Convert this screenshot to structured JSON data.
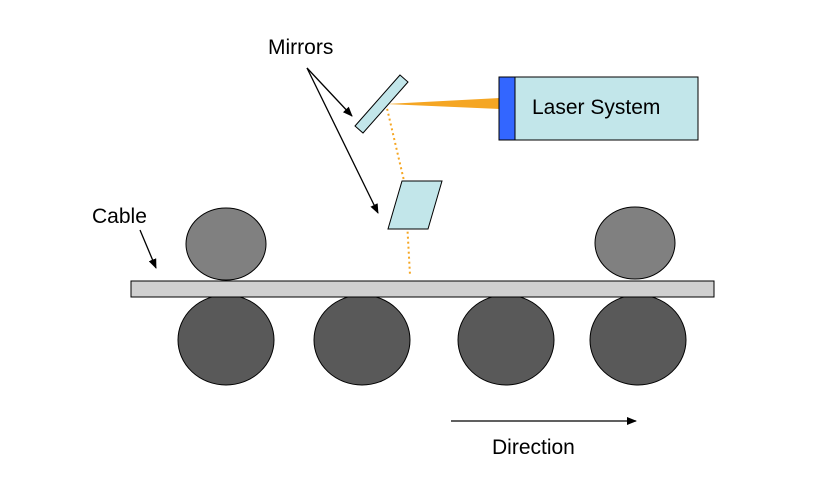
{
  "labels": {
    "mirrors": "Mirrors",
    "cable": "Cable",
    "laser_system": "Laser System",
    "direction": "Direction"
  },
  "colors": {
    "laser_box_fill": "#c2e6ea",
    "laser_box_stripe": "#3366ff",
    "mirror_fill": "#c2e6ea",
    "beam": "#f5a623",
    "cable_fill": "#d0d0d0",
    "top_roller": "#808080",
    "bottom_roller": "#595959",
    "outline": "#000000"
  }
}
